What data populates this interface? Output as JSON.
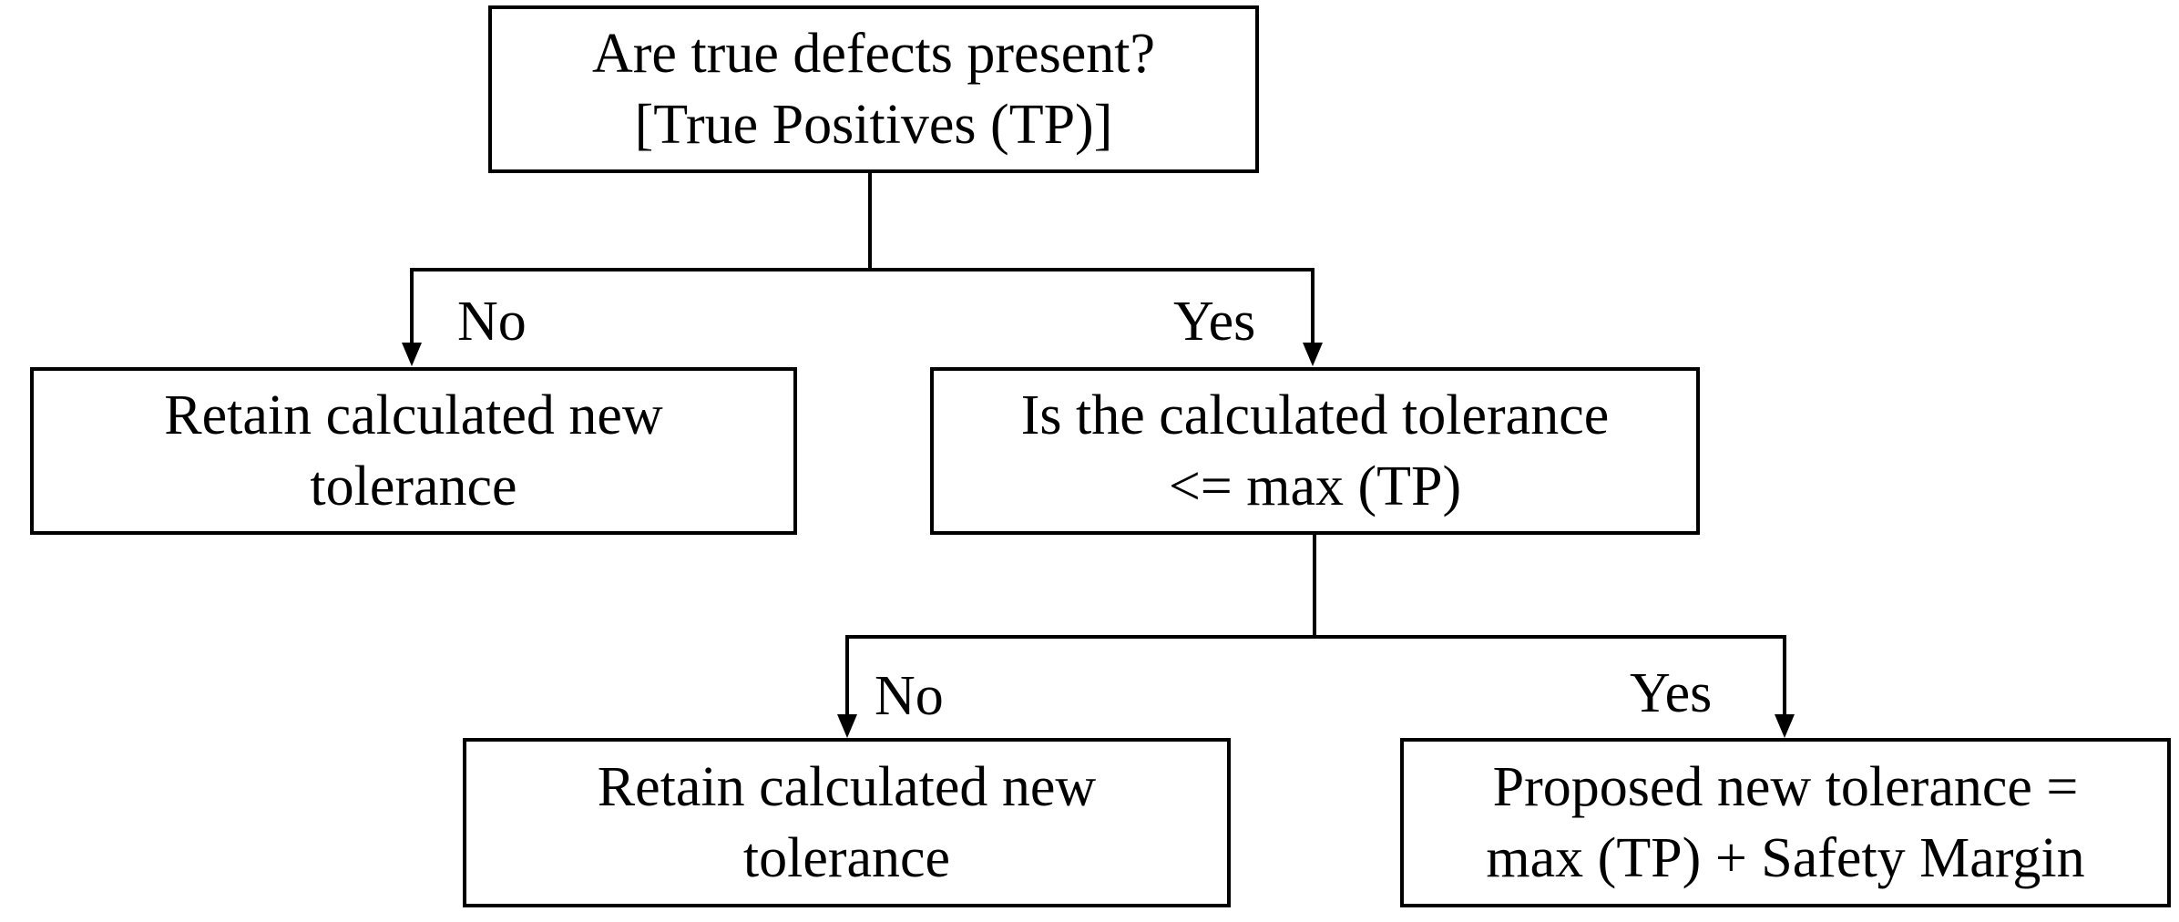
{
  "nodes": {
    "question_defects": {
      "line1": "Are true defects present?",
      "line2": "[True Positives (TP)]"
    },
    "retain_left": {
      "line1": "Retain calculated new",
      "line2": "tolerance"
    },
    "question_tolerance": {
      "line1": "Is the calculated tolerance",
      "line2": "<= max (TP)"
    },
    "retain_bottom": {
      "line1": "Retain calculated new",
      "line2": "tolerance"
    },
    "proposed": {
      "line1": "Proposed new tolerance =",
      "line2": "max (TP) + Safety Margin"
    }
  },
  "edges": {
    "defects_no": "No",
    "defects_yes": "Yes",
    "tolerance_no": "No",
    "tolerance_yes": "Yes"
  },
  "colors": {
    "stroke": "#000000",
    "background": "#ffffff"
  }
}
